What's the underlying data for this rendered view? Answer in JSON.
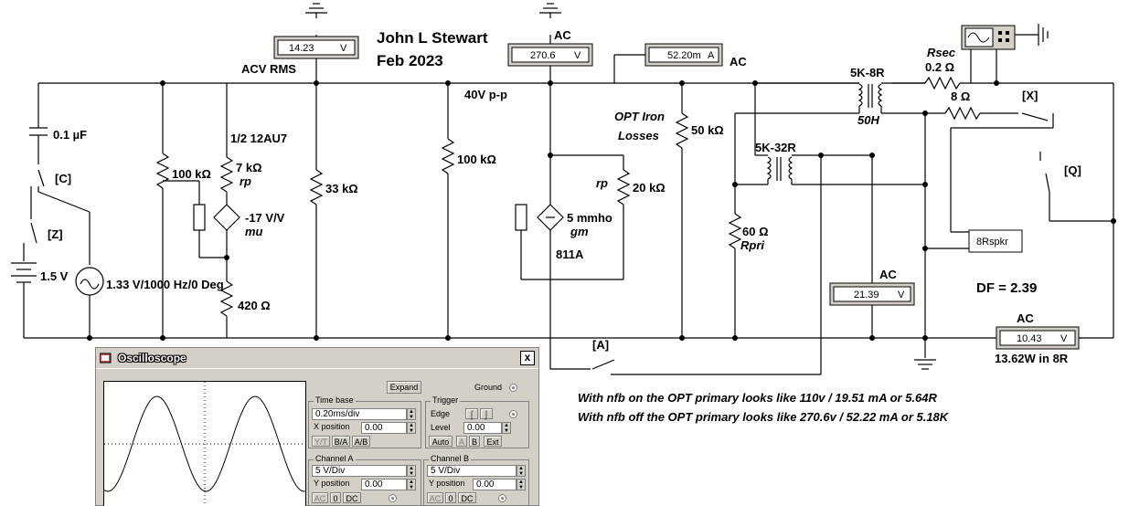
{
  "header": {
    "author": "John L Stewart",
    "date": "Feb 2023"
  },
  "meters": {
    "m1": {
      "value": "14.23",
      "unit": "V",
      "label": "ACV RMS"
    },
    "m2": {
      "value": "270.6",
      "unit": "V",
      "label": "AC"
    },
    "m3": {
      "value": "52.20m",
      "unit": "A",
      "label": "AC"
    },
    "m4": {
      "value": "21.39",
      "unit": "V",
      "label": "AC"
    },
    "m5": {
      "value": "10.43",
      "unit": "V",
      "label": "AC",
      "caption": "13.62W in 8R"
    }
  },
  "components": {
    "c1": "0.1 µF",
    "sw_c": "[C]",
    "sw_z": "[Z]",
    "battery": "1.5 V",
    "source": "1.33 V/1000 Hz/0 Deg",
    "r_100k_a": "100 kΩ",
    "tube_name": "1/2 12AU7",
    "tube_rp": "7 kΩ",
    "tube_rp_label": "rp",
    "tube_mu": "-17 V/V",
    "tube_mu_label": "mu",
    "r_420": "420 Ω",
    "r_33k": "33 kΩ",
    "pp_label": "40V p-p",
    "r_100k_b": "100 kΩ",
    "gm_value": "5 mmho",
    "gm_label": "gm",
    "rp_label": "rp",
    "r_20k": "20 kΩ",
    "tube_811": "811A",
    "opt_iron": "OPT Iron",
    "losses": "Losses",
    "r_50k": "50 kΩ",
    "t1_ratio": "5K-8R",
    "t1_ind": "50H",
    "rsec": "Rsec",
    "rsec_val": "0.2 Ω",
    "r_8": "8 Ω",
    "sw_x": "[X]",
    "sw_q": "[Q]",
    "t2_ratio": "5K-32R",
    "r_60": "60 Ω",
    "rpri": "Rpri",
    "spkr": "8Rspkr",
    "df": "DF = 2.39",
    "sw_a": "[A]"
  },
  "notes": [
    "With nfb on the OPT primary looks like 110v / 19.51 mA or 5.64R",
    "With nfb off the OPT primary looks like 270.6v / 52.22 mA or 5.18K"
  ],
  "oscilloscope": {
    "title": "Oscilloscope",
    "close": "x",
    "expand": "Expand",
    "ground": "Ground",
    "timebase": {
      "title": "Time base",
      "value": "0.20ms/div",
      "xpos_label": "X position",
      "xpos": "0.00",
      "modes": [
        "Y/T",
        "B/A",
        "A/B"
      ]
    },
    "trigger": {
      "title": "Trigger",
      "edge_label": "Edge",
      "level_label": "Level",
      "level": "0.00",
      "modes": [
        "Auto",
        "A",
        "B",
        "Ext"
      ]
    },
    "chA": {
      "title": "Channel A",
      "scale": "5  V/Div",
      "ypos_label": "Y position",
      "ypos": "0.00",
      "coupling": [
        "AC",
        "0",
        "DC"
      ]
    },
    "chB": {
      "title": "Channel B",
      "scale": "5  V/Div",
      "ypos_label": "Y position",
      "ypos": "0.00",
      "coupling": [
        "AC",
        "0",
        "DC"
      ]
    }
  }
}
